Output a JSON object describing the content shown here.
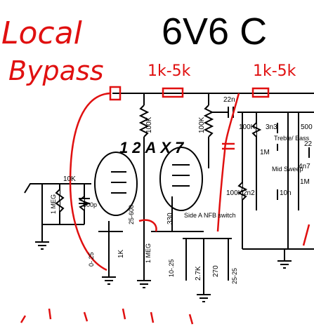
{
  "title": "6V6 C",
  "annotations": {
    "line1": "Local",
    "line2": "Bypass",
    "res_1": "1k-5k",
    "res_2": "1k-5k"
  },
  "tube": "12AX7",
  "labels": {
    "c22n": "22n",
    "r100k_a": "100K",
    "r100k_b": "100K",
    "r100k_c": "100K",
    "r100k_d": "100K",
    "c3n3": "3n3",
    "c500": "500",
    "c22": "22",
    "treble_bass": "Treble/\nBass",
    "r1m_a": "1M",
    "mid_sweep": "Mid\nSweep",
    "c4n7": "4n7",
    "r1m_b": "1M",
    "c2n2": "2n2",
    "c10n": "10n",
    "r10k": "10K",
    "r1meg_a": "1 MEG",
    "c500p": "500p",
    "c0_25": "0-.25",
    "r1k": "1K",
    "r1meg_b": "1 MEG",
    "c_600": "25-600",
    "r330": "330",
    "nfb_switch": "Side A\nNFB switch",
    "c10_25": "10-.25",
    "r2_7k": "2.7K",
    "r270": "270",
    "c25_25": "25-25"
  },
  "colors": {
    "ink": "#000000",
    "markup": "#e01010"
  }
}
